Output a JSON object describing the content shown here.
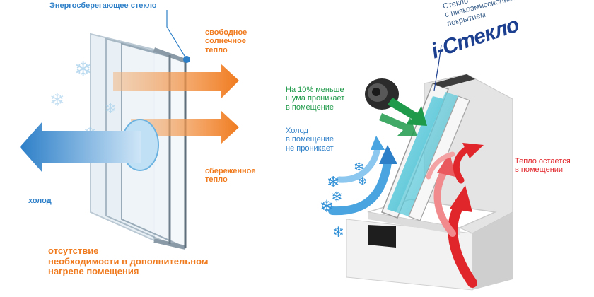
{
  "colors": {
    "blue": "#2d7fc8",
    "orange": "#f07b1f",
    "green": "#1f9a4a",
    "red": "#e1262b",
    "navy": "#1d3f8f"
  },
  "left_panel": {
    "title": "Энергосберегающее стекло",
    "free_heat": [
      "свободное",
      "солнечное",
      "тепло"
    ],
    "saved_heat": [
      "сбереженное",
      "тепло"
    ],
    "cold": "холод",
    "footer": [
      "отсутствие",
      "необходимости в дополнительном",
      "нагреве помещения"
    ]
  },
  "right_panel": {
    "glass_label": [
      "Стекло",
      "с низкоэмиссионным",
      "покрытием"
    ],
    "brand": "i-Стекло",
    "noise": [
      "На 10% меньше",
      "шума проникает",
      "в помещение"
    ],
    "cold": [
      "Холод",
      "в помещение",
      "не проникает"
    ],
    "heat": [
      "Тепло остается",
      "в помещении"
    ]
  }
}
